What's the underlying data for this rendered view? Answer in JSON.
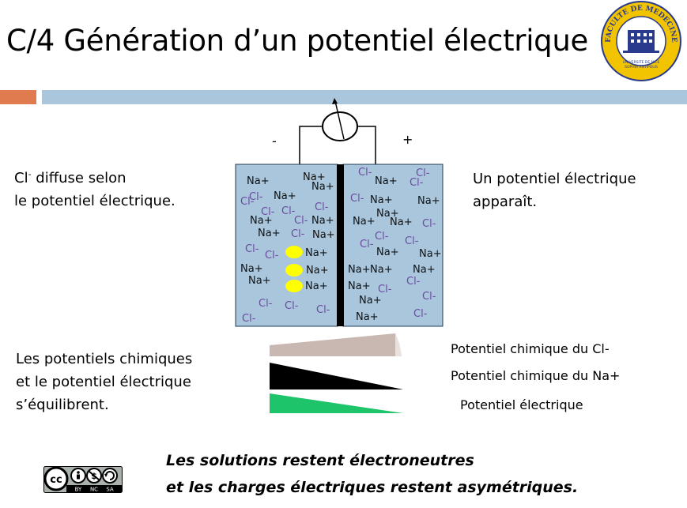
{
  "title": "C/4 Génération d’un potentiel électrique",
  "logo": {
    "ring_text_top": "FACULTE DE MEDECINE",
    "ring_text_bottom_1": "UNIVERSITE DE NICE",
    "ring_text_bottom_2": "SOPHIA ANTIPOLIS",
    "ring_color": "#f2c400",
    "center_color": "#2a3a8c",
    "icon": "faculty-building-icon"
  },
  "colors": {
    "accent_orange": "#e07a4f",
    "accent_blue": "#a9c6dd",
    "solution": "#a9c6dd",
    "membrane": "#000000",
    "channel": "#ffff00",
    "cl_gradient": "#c9b8b2",
    "na_gradient": "#000000",
    "electric_gradient": "#1ec46a",
    "ion_cl": "#6b4aa0"
  },
  "left_text": {
    "line1_prefix": "Cl",
    "line1_sup": "-",
    "line1_suffix": " diffuse selon",
    "line2": "le potentiel électrique."
  },
  "right_text": {
    "line1": "Un potentiel électrique",
    "line2": "apparaît."
  },
  "diagram": {
    "minus_sign": "-",
    "plus_sign": "+",
    "voltmeter_icon": "voltmeter-icon",
    "na_label": "Na+",
    "cl_label": "Cl-"
  },
  "equilibrium_text": {
    "line1": "Les potentiels chimiques",
    "line2": "et le potentiel électrique",
    "line3": "s’équilibrent."
  },
  "gradients": {
    "cl": "Potentiel chimique du Cl-",
    "na": "Potentiel chimique du Na+",
    "electric": "Potentiel électrique"
  },
  "license": {
    "icon": "cc-by-nc-sa-icon",
    "tags": [
      "BY",
      "NC",
      "SA"
    ]
  },
  "bottom_text": {
    "line1": "Les solutions restent électroneutres",
    "line2": "et les charges électriques restent asymétriques."
  }
}
